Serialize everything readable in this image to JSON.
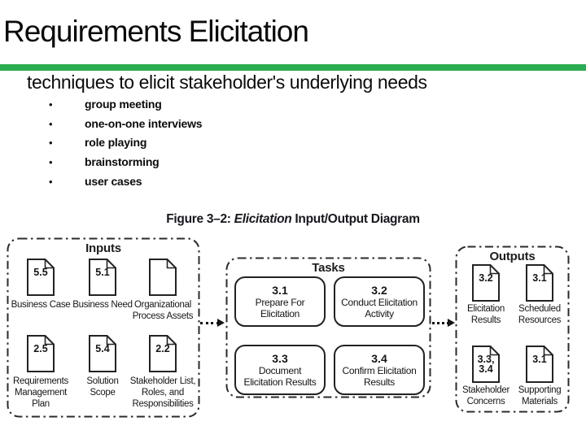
{
  "slide": {
    "title": "Requirements Elicitation",
    "subtitle": "techniques to elicit stakeholder's underlying needs",
    "bullet_char": "•",
    "bullets": [
      "group meeting",
      "one-on-one interviews",
      "role playing",
      "brainstorming",
      "user cases"
    ],
    "accent_green": "#2bac51"
  },
  "figure": {
    "caption": {
      "prefix": "Figure 3–2: ",
      "italic": "Elicitation",
      "suffix": " Input/Output Diagram"
    },
    "inputs": {
      "title": "Inputs",
      "items": [
        {
          "num": "5.5",
          "label": "Business Case"
        },
        {
          "num": "5.1",
          "label": "Business Need"
        },
        {
          "num": "",
          "label": "Organizational Process Assets"
        },
        {
          "num": "2.5",
          "label": "Requirements Management Plan"
        },
        {
          "num": "5.4",
          "label": "Solution Scope"
        },
        {
          "num": "2.2",
          "label": "Stakeholder List, Roles, and Responsibilities"
        }
      ]
    },
    "tasks": {
      "title": "Tasks",
      "items": [
        {
          "num": "3.1",
          "label": "Prepare For Elicitation"
        },
        {
          "num": "3.2",
          "label": "Conduct Elicitation Activity"
        },
        {
          "num": "3.3",
          "label": "Document Elicitation Results"
        },
        {
          "num": "3.4",
          "label": "Confirm Elicitation Results"
        }
      ]
    },
    "outputs": {
      "title": "Outputs",
      "items": [
        {
          "num": "3.2",
          "label": "Elicitation Results"
        },
        {
          "num": "3.1",
          "label": "Scheduled Resources"
        },
        {
          "num": "3.3,\n3.4",
          "label": "Stakeholder Concerns"
        },
        {
          "num": "3.1",
          "label": "Supporting Materials"
        }
      ]
    }
  }
}
